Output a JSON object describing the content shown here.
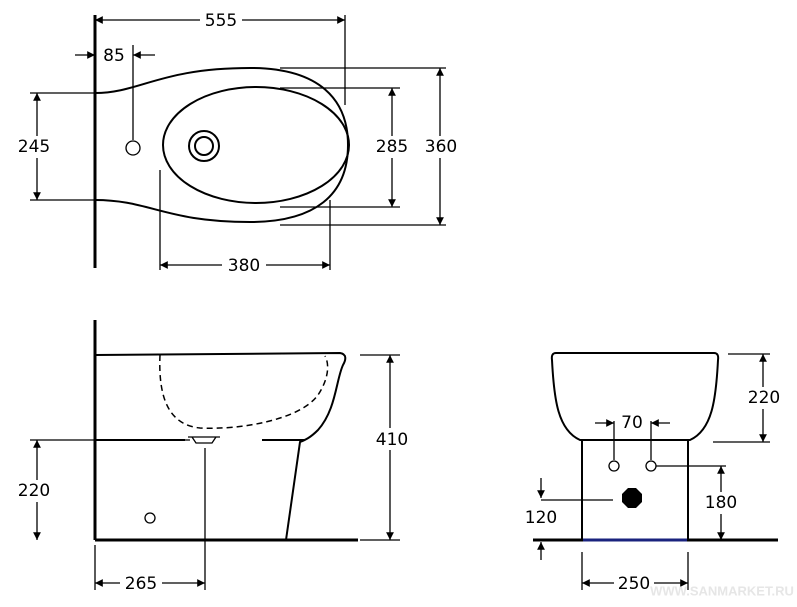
{
  "top_view": {
    "width_total": "555",
    "tap_offset": "85",
    "mount_width": "245",
    "bowl_width": "285",
    "total_width": "360",
    "bowl_length": "380"
  },
  "side_view": {
    "height_total": "410",
    "drain_height": "220",
    "drain_offset": "265"
  },
  "front_view": {
    "bowl_height": "220",
    "inlet_spacing": "70",
    "inlet_height": "180",
    "drain_height": "120",
    "base_width": "250"
  },
  "watermark": "WWW.SANMARKET.RU",
  "colors": {
    "line": "#000000",
    "floor_accent": "#1a237e"
  }
}
